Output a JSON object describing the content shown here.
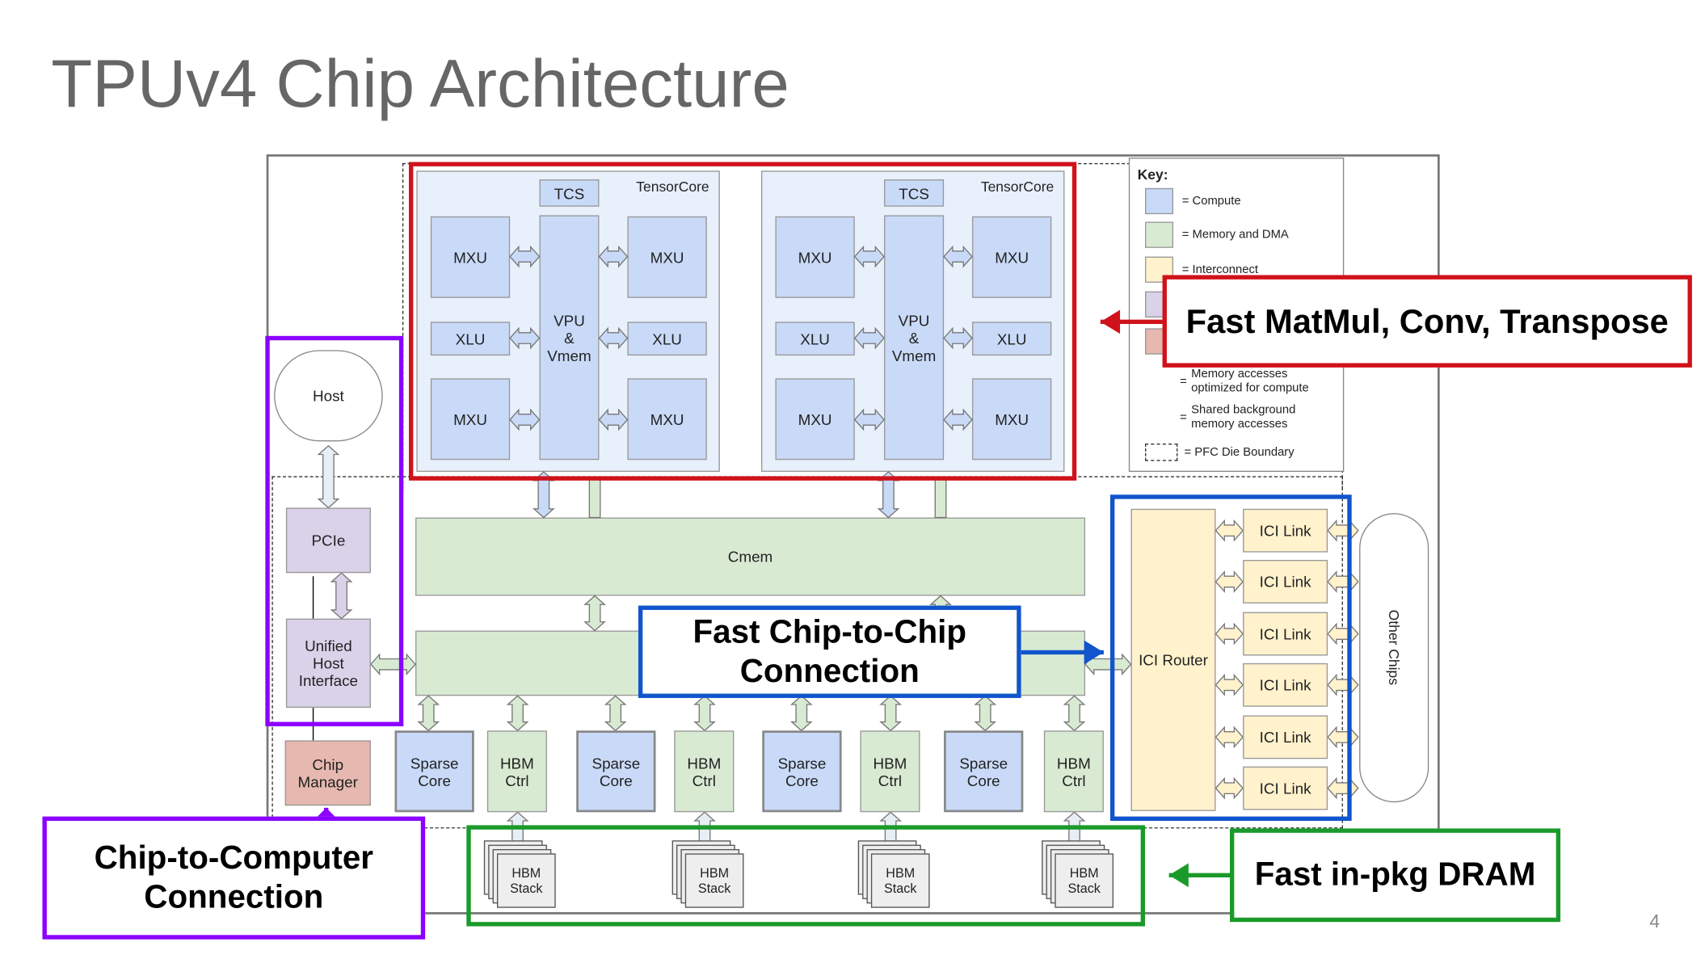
{
  "title": "TPUv4 Chip Architecture",
  "page_number": "4",
  "tensorcores": [
    {
      "label": "TensorCore",
      "tcs": "TCS",
      "vpu": "VPU\n&\nVmem",
      "mxu": "MXU",
      "xlu": "XLU"
    },
    {
      "label": "TensorCore",
      "tcs": "TCS",
      "vpu": "VPU\n&\nVmem",
      "mxu": "MXU",
      "xlu": "XLU"
    }
  ],
  "cmem": "Cmem",
  "host": {
    "cloud": "Host",
    "pcie": "PCIe",
    "uhi": "Unified Host Interface",
    "chip_manager": "Chip Manager"
  },
  "sparse_core": "Sparse Core",
  "hbm_ctrl": "HBM Ctrl",
  "hbm_stack": "HBM Stack",
  "ici": {
    "router": "ICI Router",
    "link": "ICI Link",
    "other_chips": "Other Chips"
  },
  "key": {
    "title": "Key:",
    "compute": "= Compute",
    "memory": "= Memory and DMA",
    "interconnect": "= Interconnect",
    "arrow_compute": "Memory accesses optimized for compute",
    "arrow_shared": "Shared background memory accesses",
    "die": "= PFC Die Boundary"
  },
  "callouts": {
    "matmul": "Fast MatMul, Conv, Transpose",
    "chip2chip": "Fast Chip-to-Chip Connection",
    "chip2computer": "Chip-to-Computer Connection",
    "dram": "Fast in-pkg DRAM"
  },
  "colors": {
    "compute": "#c9daf8",
    "memory": "#d9ead3",
    "interconnect": "#fff2cc",
    "host": "#d9d2e9",
    "manager": "#e6b8af",
    "red": "#d0121b",
    "blue": "#1155cc",
    "purple": "#8b00ff",
    "green": "#1a9a2a"
  }
}
